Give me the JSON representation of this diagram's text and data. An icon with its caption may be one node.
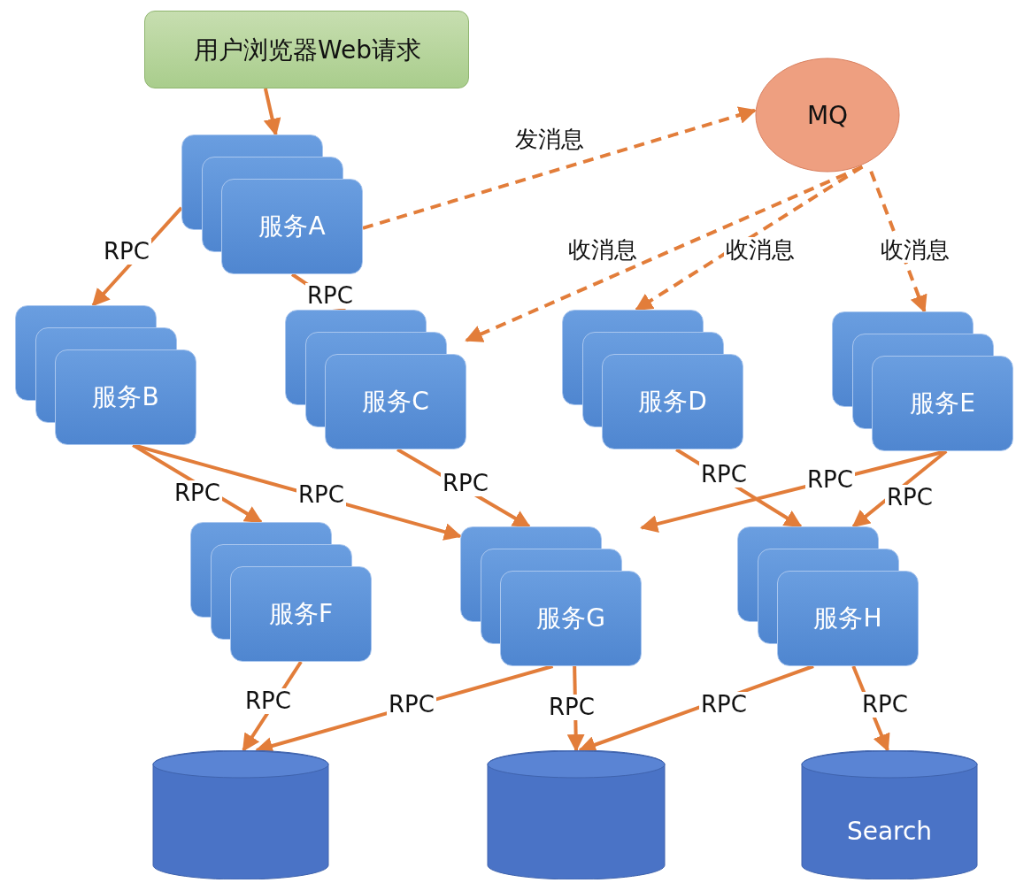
{
  "diagram": {
    "nodes": [
      {
        "text": [
          "用户浏览器Web请求"
        ]
      },
      {
        "text": [
          "MQ"
        ]
      },
      {
        "text": [
          "服务A"
        ]
      },
      {
        "text": [
          "服务B"
        ]
      },
      {
        "text": [
          "服务C"
        ]
      },
      {
        "text": [
          "服务D"
        ]
      },
      {
        "text": [
          "服务E"
        ]
      },
      {
        "text": [
          "服务F"
        ]
      },
      {
        "text": [
          "服务G"
        ]
      },
      {
        "text": [
          "服务H"
        ]
      },
      {
        "text": [],
        "shape": "cylinder"
      },
      {
        "text": [],
        "shape": "cylinder"
      },
      {
        "text": [
          "Search"
        ]
      }
    ],
    "edges": [
      {
        "from": 0,
        "to": 2,
        "arrow": "to"
      },
      {
        "from": 2,
        "to": 1,
        "arrow": "to",
        "label": "发消息",
        "style": "dashed"
      },
      {
        "from": 1,
        "to": 4,
        "arrow": "to",
        "label": "收消息",
        "style": "dashed"
      },
      {
        "from": 1,
        "to": 5,
        "arrow": "to",
        "label": "收消息",
        "style": "dashed"
      },
      {
        "from": 1,
        "to": 6,
        "arrow": "to",
        "label": "收消息",
        "style": "dashed"
      },
      {
        "from": 2,
        "to": 3,
        "arrow": "to",
        "label": "RPC"
      },
      {
        "from": 2,
        "to": 4,
        "arrow": "to",
        "label": "RPC"
      },
      {
        "from": 3,
        "to": 7,
        "arrow": "to",
        "label": "RPC"
      },
      {
        "from": 3,
        "to": 8,
        "arrow": "to",
        "label": "RPC"
      },
      {
        "from": 4,
        "to": 8,
        "arrow": "to",
        "label": "RPC"
      },
      {
        "from": 5,
        "to": 9,
        "arrow": "to",
        "label": "RPC"
      },
      {
        "from": 6,
        "to": 8,
        "arrow": "to",
        "label": "RPC"
      },
      {
        "from": 6,
        "to": 9,
        "arrow": "to",
        "label": "RPC"
      },
      {
        "from": 7,
        "to": 10,
        "arrow": "to",
        "label": "RPC"
      },
      {
        "from": 8,
        "to": 10,
        "arrow": "to",
        "label": "RPC"
      },
      {
        "from": 8,
        "to": 11,
        "arrow": "to",
        "label": "RPC"
      },
      {
        "from": 9,
        "to": 11,
        "arrow": "to",
        "label": "RPC"
      },
      {
        "from": 9,
        "to": 12,
        "arrow": "to",
        "label": "RPC"
      }
    ]
  }
}
